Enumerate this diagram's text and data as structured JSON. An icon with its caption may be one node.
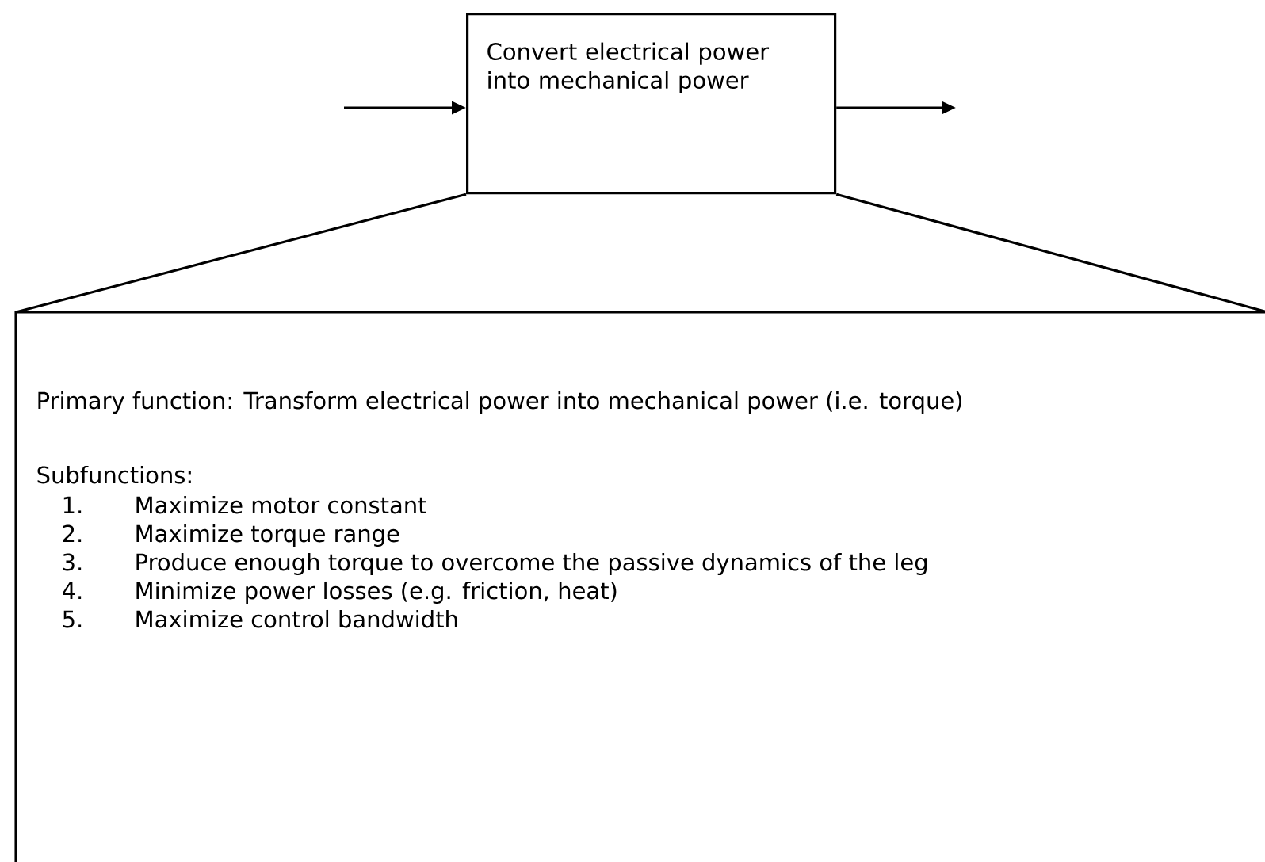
{
  "diagram": {
    "nodes": [
      {
        "text": [
          "Convert electrical power into mechanical power"
        ]
      },
      {
        "text": [
          "Primary function: Transform electrical power into mechanical power (i.e. torque)",
          "Subfunctions:",
          "1.",
          "Maximize motor constant",
          "2.",
          "Maximize torque range",
          "3.",
          "Produce enough torque to overcome the passive dynamics of the leg",
          "4.",
          "Minimize power losses (e.g. friction, heat)",
          "5.",
          "Maximize control bandwidth"
        ]
      }
    ],
    "edges": [
      {
        "from": null,
        "to": 0,
        "arrow": "to"
      },
      {
        "from": 0,
        "to": null,
        "arrow": "to"
      },
      {
        "from": 0,
        "to": 1,
        "arrow": "none"
      },
      {
        "from": 0,
        "to": 1,
        "arrow": "none"
      }
    ]
  }
}
